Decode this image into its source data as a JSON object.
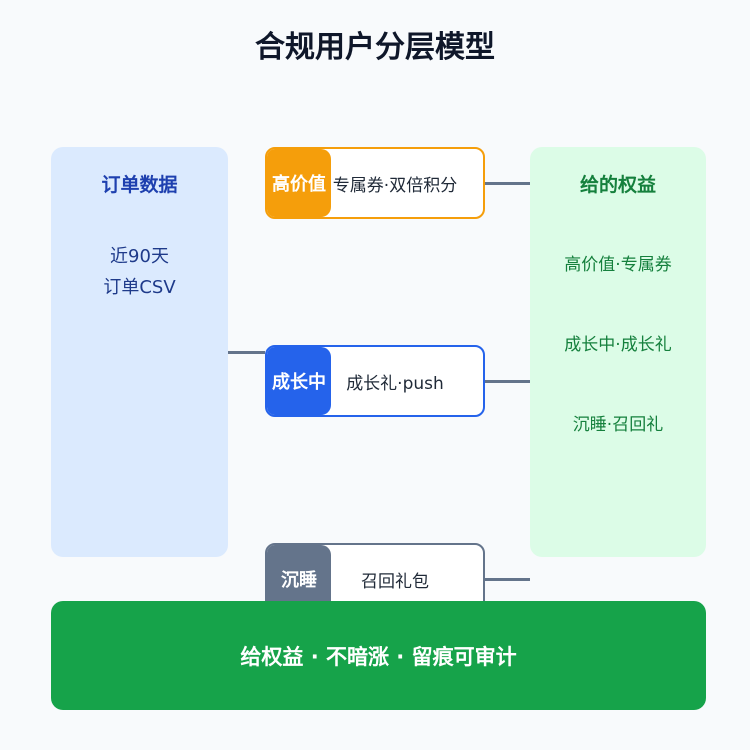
{
  "title": "合规用户分层模型",
  "left_panel": {
    "title": "订单数据",
    "lines": [
      "近90天",
      "订单CSV"
    ]
  },
  "tiers": [
    {
      "label": "高价值",
      "desc": "专属券·双倍积分",
      "color": "#f59e0b"
    },
    {
      "label": "成长中",
      "desc": "成长礼·push",
      "color": "#2563eb"
    },
    {
      "label": "沉睡",
      "desc": "召回礼包",
      "color": "#64748b"
    }
  ],
  "right_panel": {
    "title": "给的权益",
    "items": [
      "高价值·专属券",
      "成长中·成长礼",
      "沉睡·召回礼"
    ]
  },
  "banner": {
    "text": "给权益 · 不暗涨 · 留痕可审计"
  },
  "colors": {
    "background": "#f8fafc",
    "left_panel": "#dbeafe",
    "right_panel": "#dcfce7",
    "connector": "#64748b",
    "banner": "#16a34a"
  }
}
